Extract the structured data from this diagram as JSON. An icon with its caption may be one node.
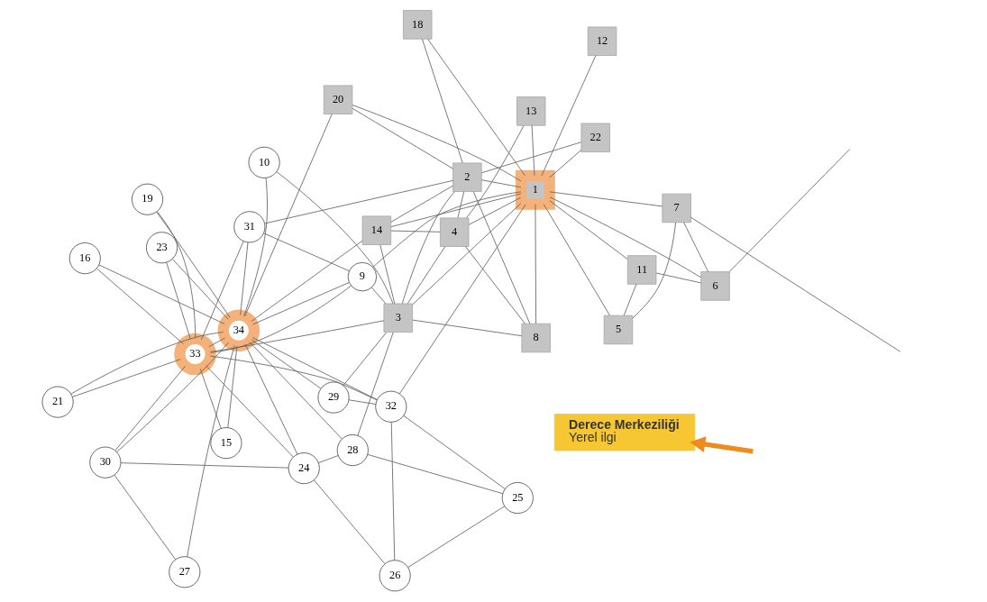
{
  "diagram": {
    "nodes": [
      {
        "text": [
          "Derece Merkeziliği",
          "Yerel ilgi"
        ]
      },
      {
        "text": [
          "34"
        ]
      },
      {
        "text": [
          "33"
        ]
      },
      {
        "text": [
          "1"
        ]
      },
      {
        "text": [
          "2"
        ]
      },
      {
        "text": [
          "3"
        ]
      },
      {
        "text": [
          "4"
        ]
      },
      {
        "text": [
          "5"
        ]
      },
      {
        "text": [
          "6"
        ]
      },
      {
        "text": [
          "7"
        ]
      },
      {
        "text": [
          "8"
        ]
      },
      {
        "text": [
          "9"
        ]
      },
      {
        "text": [
          "10"
        ]
      },
      {
        "text": [
          "11"
        ]
      },
      {
        "text": [
          "12"
        ]
      },
      {
        "text": [
          "13"
        ]
      },
      {
        "text": [
          "14"
        ]
      },
      {
        "text": [
          "15"
        ]
      },
      {
        "text": [
          "16"
        ]
      },
      {
        "text": [
          "18"
        ]
      },
      {
        "text": [
          "19"
        ]
      },
      {
        "text": [
          "20"
        ]
      },
      {
        "text": [
          "21"
        ]
      },
      {
        "text": [
          "22"
        ]
      },
      {
        "text": [
          "23"
        ]
      },
      {
        "text": [
          "24"
        ]
      },
      {
        "text": [
          "25"
        ]
      },
      {
        "text": [
          "26"
        ]
      },
      {
        "text": [
          "27"
        ]
      },
      {
        "text": [
          "28"
        ]
      },
      {
        "text": [
          "29"
        ]
      },
      {
        "text": [
          "30"
        ]
      },
      {
        "text": [
          "31"
        ]
      },
      {
        "text": [
          "32"
        ]
      }
    ],
    "edges": [
      {
        "from": null,
        "to": 0,
        "arrow": "to",
        "style": "thick",
        "color": "#f08a1c"
      },
      {
        "from": 3,
        "to": 4,
        "arrow": "none"
      },
      {
        "from": 3,
        "to": 5,
        "arrow": "none"
      },
      {
        "from": 3,
        "to": 6,
        "arrow": "none"
      },
      {
        "from": 3,
        "to": 7,
        "arrow": "none"
      },
      {
        "from": 3,
        "to": 8,
        "arrow": "none"
      },
      {
        "from": 3,
        "to": 9,
        "arrow": "none"
      },
      {
        "from": 3,
        "to": 10,
        "arrow": "none"
      },
      {
        "from": 3,
        "to": 11,
        "arrow": "none"
      },
      {
        "from": 3,
        "to": 13,
        "arrow": "none"
      },
      {
        "from": 3,
        "to": 14,
        "arrow": "none"
      },
      {
        "from": 3,
        "to": 15,
        "arrow": "none"
      },
      {
        "from": 3,
        "to": 16,
        "arrow": "none"
      },
      {
        "from": 3,
        "to": 19,
        "arrow": "none"
      },
      {
        "from": 3,
        "to": 21,
        "arrow": "none"
      },
      {
        "from": 3,
        "to": 23,
        "arrow": "none"
      },
      {
        "from": 3,
        "to": 33,
        "arrow": "none"
      },
      {
        "from": 4,
        "to": 5,
        "arrow": "none"
      },
      {
        "from": 4,
        "to": 6,
        "arrow": "none"
      },
      {
        "from": 4,
        "to": 10,
        "arrow": "none"
      },
      {
        "from": 4,
        "to": 16,
        "arrow": "none"
      },
      {
        "from": 4,
        "to": 19,
        "arrow": "none"
      },
      {
        "from": 4,
        "to": 21,
        "arrow": "none"
      },
      {
        "from": 4,
        "to": 23,
        "arrow": "none"
      },
      {
        "from": 4,
        "to": 32,
        "arrow": "none"
      },
      {
        "from": 5,
        "to": 6,
        "arrow": "none"
      },
      {
        "from": 5,
        "to": 10,
        "arrow": "none"
      },
      {
        "from": 5,
        "to": 11,
        "arrow": "none"
      },
      {
        "from": 5,
        "to": 12,
        "arrow": "none"
      },
      {
        "from": 5,
        "to": 16,
        "arrow": "none"
      },
      {
        "from": 5,
        "to": 29,
        "arrow": "none"
      },
      {
        "from": 5,
        "to": 30,
        "arrow": "none"
      },
      {
        "from": 5,
        "to": 2,
        "arrow": "none"
      },
      {
        "from": 6,
        "to": 10,
        "arrow": "none"
      },
      {
        "from": 6,
        "to": 15,
        "arrow": "none"
      },
      {
        "from": 6,
        "to": 16,
        "arrow": "none"
      },
      {
        "from": 7,
        "to": 9,
        "arrow": "none"
      },
      {
        "from": 7,
        "to": 13,
        "arrow": "none"
      },
      {
        "from": 8,
        "to": 9,
        "arrow": "none"
      },
      {
        "from": 8,
        "to": 13,
        "arrow": "none"
      },
      {
        "from": 8,
        "to": null,
        "arrow": "none"
      },
      {
        "from": 9,
        "to": null,
        "arrow": "none"
      },
      {
        "from": 11,
        "to": 32,
        "arrow": "none"
      },
      {
        "from": 11,
        "to": 2,
        "arrow": "none"
      },
      {
        "from": 11,
        "to": 1,
        "arrow": "none"
      },
      {
        "from": 12,
        "to": 1,
        "arrow": "none"
      },
      {
        "from": 16,
        "to": 1,
        "arrow": "none"
      },
      {
        "from": 17,
        "to": 2,
        "arrow": "none"
      },
      {
        "from": 17,
        "to": 1,
        "arrow": "none"
      },
      {
        "from": 18,
        "to": 2,
        "arrow": "none"
      },
      {
        "from": 18,
        "to": 1,
        "arrow": "none"
      },
      {
        "from": 20,
        "to": 2,
        "arrow": "none"
      },
      {
        "from": 20,
        "to": 1,
        "arrow": "none"
      },
      {
        "from": 21,
        "to": 1,
        "arrow": "none"
      },
      {
        "from": 22,
        "to": 2,
        "arrow": "none"
      },
      {
        "from": 22,
        "to": 1,
        "arrow": "none"
      },
      {
        "from": 24,
        "to": 2,
        "arrow": "none"
      },
      {
        "from": 24,
        "to": 1,
        "arrow": "none"
      },
      {
        "from": 25,
        "to": 27,
        "arrow": "none"
      },
      {
        "from": 25,
        "to": 29,
        "arrow": "none"
      },
      {
        "from": 25,
        "to": 31,
        "arrow": "none"
      },
      {
        "from": 25,
        "to": 2,
        "arrow": "none"
      },
      {
        "from": 25,
        "to": 1,
        "arrow": "none"
      },
      {
        "from": 26,
        "to": 27,
        "arrow": "none"
      },
      {
        "from": 26,
        "to": 29,
        "arrow": "none"
      },
      {
        "from": 26,
        "to": 33,
        "arrow": "none"
      },
      {
        "from": 27,
        "to": 33,
        "arrow": "none"
      },
      {
        "from": 28,
        "to": 31,
        "arrow": "none"
      },
      {
        "from": 28,
        "to": 1,
        "arrow": "none"
      },
      {
        "from": 29,
        "to": 1,
        "arrow": "none"
      },
      {
        "from": 30,
        "to": 33,
        "arrow": "none"
      },
      {
        "from": 30,
        "to": 1,
        "arrow": "none"
      },
      {
        "from": 31,
        "to": 2,
        "arrow": "none"
      },
      {
        "from": 31,
        "to": 1,
        "arrow": "none"
      },
      {
        "from": 32,
        "to": 2,
        "arrow": "none"
      },
      {
        "from": 32,
        "to": 1,
        "arrow": "none"
      },
      {
        "from": 33,
        "to": 2,
        "arrow": "none"
      },
      {
        "from": 33,
        "to": 1,
        "arrow": "none"
      },
      {
        "from": 2,
        "to": 1,
        "arrow": "none"
      }
    ]
  }
}
